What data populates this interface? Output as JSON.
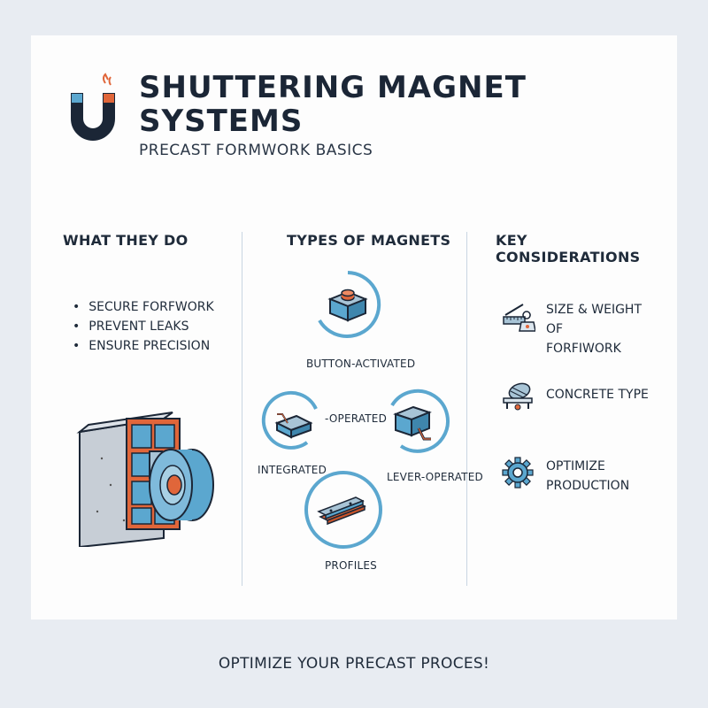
{
  "header": {
    "title_line1": "SHUTTERING MAGNET",
    "title_line2": "SYSTEMS",
    "subtitle": "PRECAST FORMWORK BASICS"
  },
  "columns": {
    "what": {
      "heading": "WHAT THEY DO",
      "bullets": [
        "SECURE FORFWORK",
        "PREVENT LEAKS",
        "ENSURE PRECISION"
      ]
    },
    "types": {
      "heading": "TYPES OF MAGNETS",
      "items": [
        "BUTTON-ACTIVATED",
        "-OPERATED",
        "INTEGRATED",
        "LEVER-OPERATED",
        "PROFILES"
      ]
    },
    "considerations": {
      "heading": "KEY CONSIDERATIONS",
      "items": [
        {
          "icon": "ruler-weight-icon",
          "line1": "SIZE & WEIGHT OF",
          "line2": "FORFIWORK"
        },
        {
          "icon": "concrete-mixer-icon",
          "line1": "CONCRETE TYPE",
          "line2": ""
        },
        {
          "icon": "gear-icon",
          "line1": "OPTIMIZE",
          "line2": "PRODUCTION"
        }
      ]
    }
  },
  "footer": "OPTIMIZE YOUR PRECAST PROCES!",
  "colors": {
    "navy": "#1b2636",
    "accent_blue": "#5ba7cf",
    "accent_orange": "#e0663a",
    "background": "#e8ecf2"
  }
}
